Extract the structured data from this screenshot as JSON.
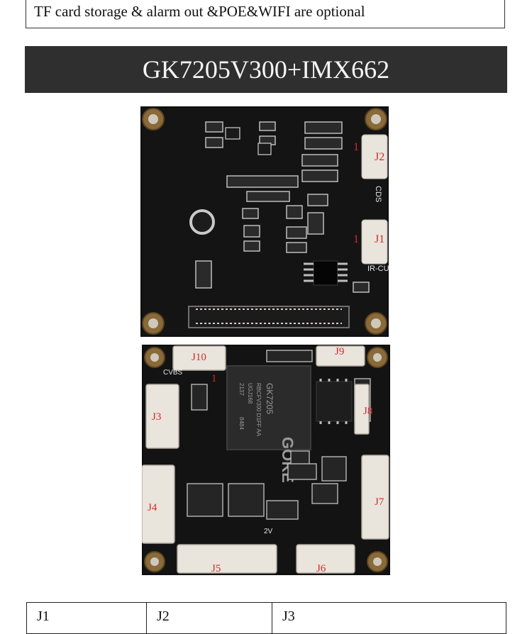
{
  "note": "TF card storage & alarm out &POE&WIFI are optional",
  "title": "GK7205V300+IMX662",
  "board_top": {
    "connectors": [
      "J2",
      "J1"
    ],
    "silk": [
      "CDS",
      "IR-CUT"
    ],
    "pin1_marks": [
      "1",
      "1"
    ]
  },
  "board_bottom": {
    "connectors": [
      "J10",
      "J9",
      "J3",
      "J8",
      "J4",
      "J7",
      "J5",
      "J6"
    ],
    "chip": {
      "brand": "GOKE",
      "line1": "GK7205",
      "line2": "RBCFV300 D1FF AA",
      "line3": "UGJ168",
      "line4": "2137",
      "line5": "8484"
    },
    "silk": [
      "CVBS",
      "2V"
    ],
    "pin1_mark": "1"
  },
  "table": {
    "headers": [
      "J1",
      "J2",
      "J3"
    ]
  },
  "colors": {
    "title_bg": "#2f2f2f",
    "pcb": "#121212",
    "connector": "#e9e4dc",
    "label_red": "#d42a2a"
  }
}
